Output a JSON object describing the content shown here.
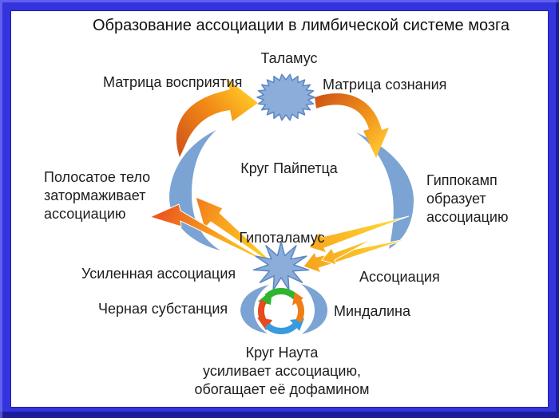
{
  "title": "Образование ассоциации в лимбической системе мозга",
  "labels": {
    "thalamus": "Таламус",
    "perception_matrix": "Матрица восприятия",
    "consciousness_matrix": "Матрица сознания",
    "papez_circle": "Круг Пайпетца",
    "striatum": "Полосатое тело\nзатормаживает\nассоциацию",
    "hippocampus": "Гиппокамп\nобразует\nассоциацию",
    "hypothalamus": "Гипоталамус",
    "strengthened_association": "Усиленная ассоциация",
    "association": "Ассоциация",
    "substantia_nigra": "Черная субстанция",
    "amygdala": "Миндалина",
    "nauta_circle": "Круг Наута\nусиливает ассоциацию,\nобогащает её дофамином"
  },
  "colors": {
    "frame_blue": "#3434de",
    "shape_blue_fill": "#8cadd9",
    "crescent_blue": "#7ba3d3",
    "shape_blue_border": "#5b86c3",
    "arrow_dark_orange": "#d2571a",
    "arrow_yellow": "#ffc527",
    "bolt_yellow": "#ffd92b",
    "bolt_orange_tip": "#ec5a20",
    "nauta_green": "#2eb42e",
    "nauta_red": "#e64a1e",
    "nauta_blue": "#3a9ae0",
    "nauta_orange": "#ef7e18",
    "text_color": "#1d1d1d"
  }
}
